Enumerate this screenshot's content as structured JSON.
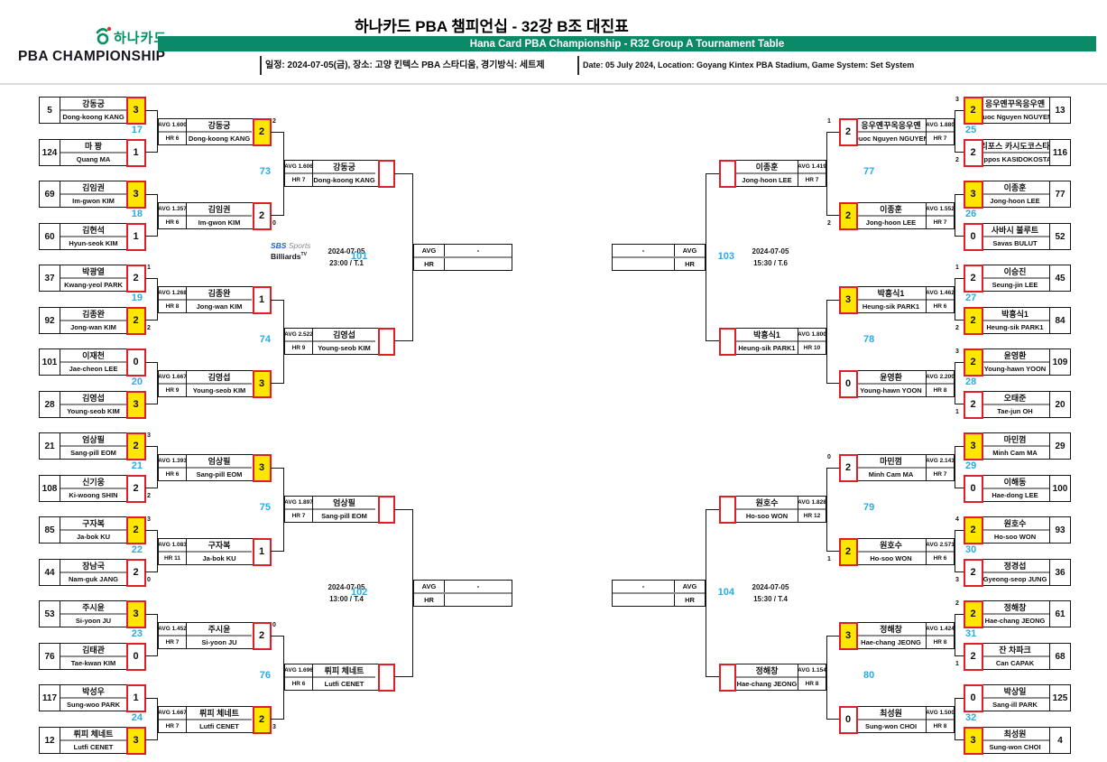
{
  "header": {
    "title_ko": "하나카드 PBA 챔피언십 - 32강 B조 대진표",
    "banner_en": "Hana Card PBA Championship - R32 Group A Tournament Table",
    "brand_ko": "하나카드",
    "brand_en": "PBA CHAMPIONSHIP",
    "info_ko": "일정: 2024-07-05(금), 장소: 고양 킨텍스 PBA 스타디움, 경기방식: 세트제",
    "info_en": "Date: 05 July 2024, Location: Goyang Kintex PBA Stadium, Game System: Set System"
  },
  "broadcast": {
    "name1": "SBS",
    "name2": "Sports",
    "name3": "Billiards",
    "sup": "TV"
  },
  "colors": {
    "accent_green": "#0b8a68",
    "winner_yellow": "#ffe600",
    "score_red": "#e01e25",
    "label_blue": "#2aabe2"
  },
  "bracket": {
    "left": {
      "r32": [
        {
          "no": "17",
          "top": {
            "seed": "5",
            "kor": "강동궁",
            "eng": "Dong-koong KANG",
            "score": "3",
            "win": true
          },
          "bottom": {
            "seed": "124",
            "kor": "마 꽝",
            "eng": "Quang MA",
            "score": "1",
            "win": false
          }
        },
        {
          "no": "18",
          "top": {
            "seed": "69",
            "kor": "김임권",
            "eng": "Im-gwon KIM",
            "score": "3",
            "win": true
          },
          "bottom": {
            "seed": "60",
            "kor": "김현석",
            "eng": "Hyun-seok KIM",
            "score": "1",
            "win": false
          }
        },
        {
          "no": "19",
          "top": {
            "seed": "37",
            "kor": "박광열",
            "eng": "Kwang-yeol PARK",
            "score": "2",
            "win": false,
            "tb": "1"
          },
          "bottom": {
            "seed": "92",
            "kor": "김종완",
            "eng": "Jong-wan KIM",
            "score": "2",
            "win": true,
            "tb": "2"
          }
        },
        {
          "no": "20",
          "top": {
            "seed": "101",
            "kor": "이재천",
            "eng": "Jae-cheon LEE",
            "score": "0",
            "win": false
          },
          "bottom": {
            "seed": "28",
            "kor": "김영섭",
            "eng": "Young-seob KIM",
            "score": "3",
            "win": true
          }
        },
        {
          "no": "21",
          "top": {
            "seed": "21",
            "kor": "엄상필",
            "eng": "Sang-pill EOM",
            "score": "2",
            "win": true,
            "tb": "3"
          },
          "bottom": {
            "seed": "108",
            "kor": "신기웅",
            "eng": "Ki-woong SHIN",
            "score": "2",
            "win": false,
            "tb": "2"
          }
        },
        {
          "no": "22",
          "top": {
            "seed": "85",
            "kor": "구자복",
            "eng": "Ja-bok KU",
            "score": "2",
            "win": true,
            "tb": "3"
          },
          "bottom": {
            "seed": "44",
            "kor": "장남국",
            "eng": "Nam-guk JANG",
            "score": "2",
            "win": false,
            "tb": "0"
          }
        },
        {
          "no": "23",
          "top": {
            "seed": "53",
            "kor": "주시윤",
            "eng": "Si-yoon JU",
            "score": "3",
            "win": true
          },
          "bottom": {
            "seed": "76",
            "kor": "김태관",
            "eng": "Tae-kwan KIM",
            "score": "0",
            "win": false
          }
        },
        {
          "no": "24",
          "top": {
            "seed": "117",
            "kor": "박성우",
            "eng": "Sung-woo PARK",
            "score": "1",
            "win": false
          },
          "bottom": {
            "seed": "12",
            "kor": "뤼피 체네트",
            "eng": "Lutfi CENET",
            "score": "3",
            "win": true
          }
        }
      ],
      "r16": [
        {
          "no": "73",
          "top": {
            "kor": "강동궁",
            "eng": "Dong-koong KANG",
            "avg": "AVG 1.600",
            "hr": "HR 6",
            "score": "2",
            "win": true,
            "tb": "2"
          },
          "bottom": {
            "kor": "김임권",
            "eng": "Im-gwon KIM",
            "avg": "AVG 1.357",
            "hr": "HR 6",
            "score": "2",
            "win": false,
            "tb": "0"
          }
        },
        {
          "no": "74",
          "top": {
            "kor": "김종완",
            "eng": "Jong-wan KIM",
            "avg": "AVG 1.268",
            "hr": "HR 8",
            "score": "1",
            "win": false
          },
          "bottom": {
            "kor": "김영섭",
            "eng": "Young-seob KIM",
            "avg": "AVG 1.667",
            "hr": "HR 9",
            "score": "3",
            "win": true
          }
        },
        {
          "no": "75",
          "top": {
            "kor": "엄상필",
            "eng": "Sang-pill EOM",
            "avg": "AVG 1.393",
            "hr": "HR 6",
            "score": "3",
            "win": true
          },
          "bottom": {
            "kor": "구자복",
            "eng": "Ja-bok KU",
            "avg": "AVG 1.083",
            "hr": "HR 11",
            "score": "1",
            "win": false
          }
        },
        {
          "no": "76",
          "top": {
            "kor": "주시윤",
            "eng": "Si-yoon JU",
            "avg": "AVG 1.452",
            "hr": "HR 7",
            "score": "2",
            "win": false,
            "tb": "0"
          },
          "bottom": {
            "kor": "뤼피 체네트",
            "eng": "Lutfi CENET",
            "avg": "AVG 1.667",
            "hr": "HR 7",
            "score": "2",
            "win": true,
            "tb": "3"
          }
        }
      ],
      "qf": [
        {
          "no": "101",
          "date": "2024-07-05",
          "time": "23:00 / T.1",
          "sbs": true,
          "top": {
            "kor": "강동궁",
            "eng": "Dong-koong KANG",
            "avg": "AVG 1.606",
            "hr": "HR 7",
            "score": ""
          },
          "bottom": {
            "kor": "김영섭",
            "eng": "Young-seob KIM",
            "avg": "AVG 2.522",
            "hr": "HR 9",
            "score": ""
          },
          "result": {
            "avg_label": "AVG",
            "avg_value": "-",
            "hr_label": "HR",
            "hr_value": ""
          }
        },
        {
          "no": "102",
          "date": "2024-07-05",
          "time": "13:00 / T.4",
          "sbs": false,
          "top": {
            "kor": "엄상필",
            "eng": "Sang-pill EOM",
            "avg": "AVG 1.897",
            "hr": "HR 7",
            "score": ""
          },
          "bottom": {
            "kor": "뤼피 체네트",
            "eng": "Lutfi CENET",
            "avg": "AVG 1.696",
            "hr": "HR 6",
            "score": ""
          },
          "result": {
            "avg_label": "AVG",
            "avg_value": "-",
            "hr_label": "HR",
            "hr_value": ""
          }
        }
      ]
    },
    "right": {
      "r32": [
        {
          "no": "25",
          "top": {
            "seed": "13",
            "kor": "응우옌꾸옥응우옌",
            "eng": "Quoc Nguyen NGUYEN",
            "score": "2",
            "win": true,
            "tb": "3"
          },
          "bottom": {
            "seed": "116",
            "kor": "필리포스 카시도코스타스",
            "eng": "Filippos KASIDOKOSTAS",
            "score": "2",
            "win": false,
            "tb": "2"
          }
        },
        {
          "no": "26",
          "top": {
            "seed": "77",
            "kor": "이종훈",
            "eng": "Jong-hoon LEE",
            "score": "3",
            "win": true
          },
          "bottom": {
            "seed": "52",
            "kor": "사바시 불루트",
            "eng": "Savas BULUT",
            "score": "0",
            "win": false
          }
        },
        {
          "no": "27",
          "top": {
            "seed": "45",
            "kor": "이승진",
            "eng": "Seung-jin LEE",
            "score": "2",
            "win": false,
            "tb": "1"
          },
          "bottom": {
            "seed": "84",
            "kor": "박흥식1",
            "eng": "Heung-sik PARK1",
            "score": "2",
            "win": true,
            "tb": "2"
          }
        },
        {
          "no": "28",
          "top": {
            "seed": "109",
            "kor": "윤영환",
            "eng": "Young-hawn YOON",
            "score": "2",
            "win": true,
            "tb": "3"
          },
          "bottom": {
            "seed": "20",
            "kor": "오태준",
            "eng": "Tae-jun OH",
            "score": "2",
            "win": false,
            "tb": "1"
          }
        },
        {
          "no": "29",
          "top": {
            "seed": "29",
            "kor": "마민껌",
            "eng": "Minh Cam MA",
            "score": "3",
            "win": true
          },
          "bottom": {
            "seed": "100",
            "kor": "이해동",
            "eng": "Hae-dong LEE",
            "score": "0",
            "win": false
          }
        },
        {
          "no": "30",
          "top": {
            "seed": "93",
            "kor": "원호수",
            "eng": "Ho-soo WON",
            "score": "2",
            "win": true,
            "tb": "4"
          },
          "bottom": {
            "seed": "36",
            "kor": "정경섭",
            "eng": "Gyeong-seop JUNG",
            "score": "2",
            "win": false,
            "tb": "3"
          }
        },
        {
          "no": "31",
          "top": {
            "seed": "61",
            "kor": "정해창",
            "eng": "Hae-chang JEONG",
            "score": "2",
            "win": true,
            "tb": "2"
          },
          "bottom": {
            "seed": "68",
            "kor": "잔 차파크",
            "eng": "Can CAPAK",
            "score": "2",
            "win": false,
            "tb": "1"
          }
        },
        {
          "no": "32",
          "top": {
            "seed": "125",
            "kor": "박상일",
            "eng": "Sang-ill PARK",
            "score": "0",
            "win": false
          },
          "bottom": {
            "seed": "4",
            "kor": "최성원",
            "eng": "Sung-won CHOI",
            "score": "3",
            "win": true
          }
        }
      ],
      "r16": [
        {
          "no": "77",
          "top": {
            "kor": "응우옌꾸옥응우옌",
            "eng": "Quoc Nguyen NGUYEN",
            "avg": "AVG 1.880",
            "hr": "HR 7",
            "score": "2",
            "win": false,
            "tb": "1"
          },
          "bottom": {
            "kor": "이종훈",
            "eng": "Jong-hoon LEE",
            "avg": "AVG 1.552",
            "hr": "HR 7",
            "score": "2",
            "win": true,
            "tb": "2"
          }
        },
        {
          "no": "78",
          "top": {
            "kor": "박흥식1",
            "eng": "Heung-sik PARK1",
            "avg": "AVG 1.462",
            "hr": "HR 6",
            "score": "3",
            "win": true
          },
          "bottom": {
            "kor": "윤영환",
            "eng": "Young-hawn YOON",
            "avg": "AVG 2.200",
            "hr": "HR 8",
            "score": "0",
            "win": false
          }
        },
        {
          "no": "79",
          "top": {
            "kor": "마민껌",
            "eng": "Minh Cam MA",
            "avg": "AVG 2.143",
            "hr": "HR 7",
            "score": "2",
            "win": false,
            "tb": "0"
          },
          "bottom": {
            "kor": "원호수",
            "eng": "Ho-soo WON",
            "avg": "AVG 2.571",
            "hr": "HR 6",
            "score": "2",
            "win": true,
            "tb": "1"
          }
        },
        {
          "no": "80",
          "top": {
            "kor": "정해창",
            "eng": "Hae-chang JEONG",
            "avg": "AVG 1.424",
            "hr": "HR 8",
            "score": "3",
            "win": true
          },
          "bottom": {
            "kor": "최성원",
            "eng": "Sung-won CHOI",
            "avg": "AVG 1.500",
            "hr": "HR 8",
            "score": "0",
            "win": false
          }
        }
      ],
      "qf": [
        {
          "no": "103",
          "date": "2024-07-05",
          "time": "15:30 / T.6",
          "sbs": false,
          "top": {
            "kor": "이종훈",
            "eng": "Jong-hoon LEE",
            "avg": "AVG 1.419",
            "hr": "HR 7",
            "score": ""
          },
          "bottom": {
            "kor": "박흥식1",
            "eng": "Heung-sik PARK1",
            "avg": "AVG 1.800",
            "hr": "HR 10",
            "score": ""
          },
          "result": {
            "avg_label": "AVG",
            "avg_value": "-",
            "hr_label": "HR",
            "hr_value": ""
          }
        },
        {
          "no": "104",
          "date": "2024-07-05",
          "time": "15:30 / T.4",
          "sbs": false,
          "top": {
            "kor": "원호수",
            "eng": "Ho-soo WON",
            "avg": "AVG 1.828",
            "hr": "HR 12",
            "score": ""
          },
          "bottom": {
            "kor": "정해창",
            "eng": "Hae-chang JEONG",
            "avg": "AVG 1.154",
            "hr": "HR 8",
            "score": ""
          },
          "result": {
            "avg_label": "AVG",
            "avg_value": "-",
            "hr_label": "HR",
            "hr_value": ""
          }
        }
      ]
    }
  }
}
